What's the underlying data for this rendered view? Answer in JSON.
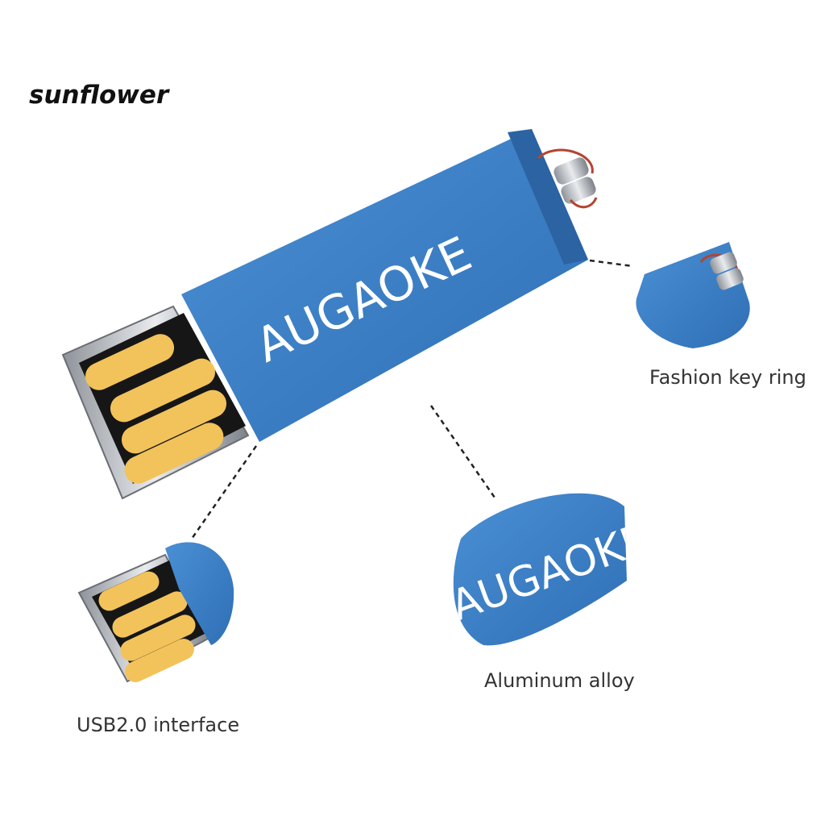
{
  "watermark": "sunflower",
  "brand_label": "AUGAOKE",
  "captions": {
    "key_ring": "Fashion key ring",
    "alloy": "Aluminum alloy",
    "interface": "USB2.0 interface"
  },
  "colors": {
    "body_blue": "#3b7fc4",
    "contact_gold": "#f2c35a",
    "connector_black": "#161616",
    "metal_silver": "#c9ccd0"
  }
}
